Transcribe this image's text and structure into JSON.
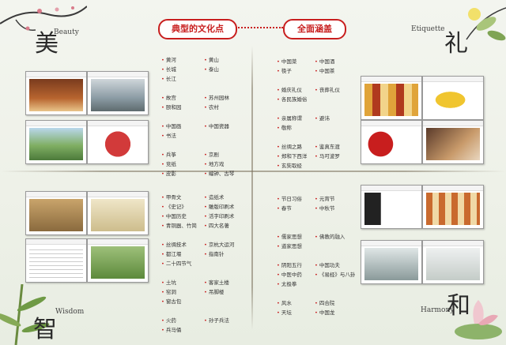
{
  "headings": {
    "left": "典型的文化点",
    "right": "全面涵盖"
  },
  "quadrants": {
    "beauty": {
      "char": "美",
      "english": "Beauty"
    },
    "etiquette": {
      "char": "礼",
      "english": "Etiquette"
    },
    "wisdom": {
      "char": "智",
      "english": "Wisdom"
    },
    "harmony": {
      "char": "和",
      "english": "Harmony"
    }
  },
  "lists": {
    "beauty_a": [
      "黄河",
      "长城",
      "长江",
      "",
      "故宫",
      "颐和园",
      "",
      "中国画",
      "书法",
      "",
      "兵筝",
      "竞纸",
      "皮影"
    ],
    "beauty_b": [
      "黄山",
      "泰山",
      "",
      "",
      "苏州园林",
      "农村",
      "",
      "中国瓷器",
      "",
      "",
      "京剧",
      "地方戏",
      "编钟、古琴"
    ],
    "etiquette_a": [
      "中国菜",
      "筷子",
      "",
      "婚庆礼仪",
      "各民族婚俗",
      "",
      "亲属称谓",
      "敬称",
      "",
      "丝绸之路",
      "郑和下西洋",
      "玄奘取经"
    ],
    "etiquette_b": [
      "中国酒",
      "中国茶",
      "",
      "丧葬礼仪",
      "",
      "",
      "避讳",
      "",
      "",
      "鉴真东渡",
      "马可波罗"
    ],
    "wisdom_a": [
      "甲骨文",
      "《史记》",
      "中国历史",
      "青铜器、竹简",
      "",
      "丝绸技术",
      "都江堰",
      "二十四节气",
      "",
      "土坑",
      "窑洞",
      "窗古包",
      "",
      "火药",
      "兵马俑"
    ],
    "wisdom_b": [
      "造纸术",
      "雕版印刷术",
      "活字印刷术",
      "四大名著",
      "",
      "京杭大运河",
      "指南针",
      "",
      "",
      "客家土楼",
      "吊脚楼",
      "",
      "",
      "孙子兵法"
    ],
    "harmony_a": [
      "节日习俗",
      "春节",
      "",
      "",
      "儒家思想",
      "道家思想",
      "",
      "阴阳五行",
      "中医中药",
      "太极拳",
      "",
      "风水",
      "天坛"
    ],
    "harmony_b": [
      "元宵节",
      "中秋节",
      "",
      "",
      "佛教的融入",
      "",
      "",
      "中国功夫",
      "《易经》与八卦",
      "",
      "",
      "四合院",
      "中国龙"
    ]
  },
  "colors": {
    "accent": "#c81e1e",
    "line": "#8a7f6a"
  }
}
